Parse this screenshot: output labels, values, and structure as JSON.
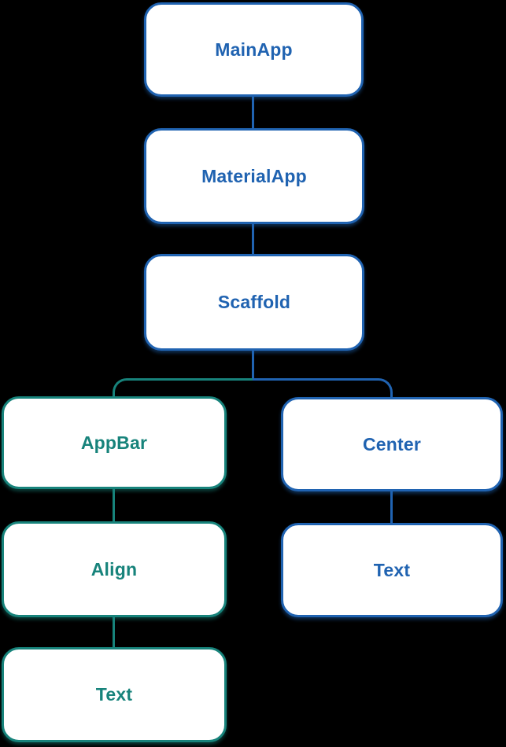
{
  "diagram": {
    "type": "widget-tree",
    "description": "Flutter widget tree diagram",
    "nodes": [
      {
        "id": "main-app",
        "label": "MainApp",
        "branch": "blue"
      },
      {
        "id": "material-app",
        "label": "MaterialApp",
        "branch": "blue"
      },
      {
        "id": "scaffold",
        "label": "Scaffold",
        "branch": "blue"
      },
      {
        "id": "app-bar",
        "label": "AppBar",
        "branch": "teal"
      },
      {
        "id": "align",
        "label": "Align",
        "branch": "teal"
      },
      {
        "id": "text-left",
        "label": "Text",
        "branch": "teal"
      },
      {
        "id": "center",
        "label": "Center",
        "branch": "blue"
      },
      {
        "id": "text-right",
        "label": "Text",
        "branch": "blue"
      }
    ],
    "edges": [
      {
        "from": "MainApp",
        "to": "MaterialApp"
      },
      {
        "from": "MaterialApp",
        "to": "Scaffold"
      },
      {
        "from": "Scaffold",
        "to": "AppBar"
      },
      {
        "from": "Scaffold",
        "to": "Center"
      },
      {
        "from": "AppBar",
        "to": "Align"
      },
      {
        "from": "Align",
        "to": "Text"
      },
      {
        "from": "Center",
        "to": "Text"
      }
    ],
    "colors": {
      "blue_branch": "#2063b1",
      "teal_branch": "#17837b",
      "node_background": "#ffffff",
      "canvas_background": "#000000"
    }
  }
}
